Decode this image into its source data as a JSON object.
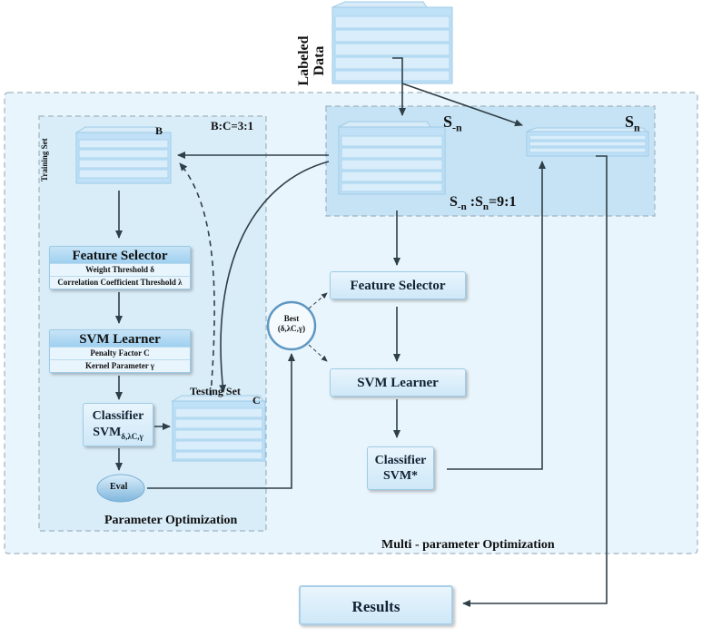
{
  "labeled_data": "Labeled\nData",
  "labeled_data_line1": "Labeled",
  "labeled_data_line2": "Data",
  "training_set": "Training Set",
  "set_b": "B",
  "ratio_bc": "B:C=3:1",
  "s_minus_n": {
    "base": "S",
    "sub": "-n"
  },
  "s_n": {
    "base": "S",
    "sub": "n"
  },
  "ratio_sn": {
    "a": "S",
    "a_sub": "-n",
    "mid": " :S",
    "b_sub": "n",
    "tail": "=9:1"
  },
  "left_feature_selector": {
    "title": "Feature Selector",
    "params": [
      "Weight Threshold δ",
      "Correlation Coefficient Threshold λ"
    ]
  },
  "left_svm_learner": {
    "title": "SVM Learner",
    "params": [
      "Penalty Factor C",
      "Kernel Parameter γ"
    ]
  },
  "left_classifier": {
    "line1": "Classifier",
    "svm": "SVM",
    "sub": "δ,λC,γ"
  },
  "testing_set": "Testing Set",
  "set_c": "C",
  "eval": "Eval",
  "best": {
    "line1": "Best",
    "line2": "(δ,λC,γ)"
  },
  "right_feature_selector": "Feature Selector",
  "right_svm_learner": "SVM Learner",
  "right_classifier": {
    "line1": "Classifier",
    "line2": "SVM*"
  },
  "parameter_optimization": "Parameter Optimization",
  "multi_parameter_optimization": "Multi - parameter Optimization",
  "results": "Results",
  "colors": {
    "region_outer": "#e8f4fb",
    "region_inner": "#d7ecf8",
    "dash": "#9fb3c0",
    "arrow": "#2f3f48"
  }
}
